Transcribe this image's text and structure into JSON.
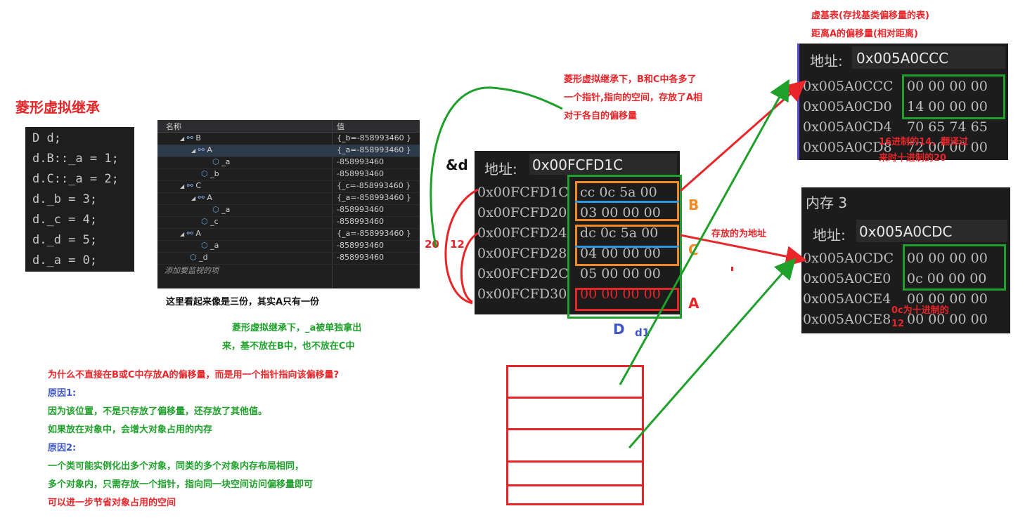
{
  "title": "菱形虚拟继承",
  "code_lines": [
    "D d;",
    "d.B::_a = 1;",
    "d.C::_a = 2;",
    "d._b = 3;",
    "d._c = 4;",
    "d._d = 5;",
    "d._a = 0;"
  ],
  "watch": {
    "col_name": "名称",
    "col_value": "值",
    "rows": [
      {
        "name": "B",
        "value": "{_b=-858993460 }"
      },
      {
        "name": "A",
        "value": "{_a=-858993460 }"
      },
      {
        "name": "_a",
        "value": "-858993460"
      },
      {
        "name": "_b",
        "value": "-858993460"
      },
      {
        "name": "C",
        "value": "{_c=-858993460 }"
      },
      {
        "name": "A",
        "value": "{_a=-858993460 }"
      },
      {
        "name": "_a",
        "value": "-858993460"
      },
      {
        "name": "_c",
        "value": "-858993460"
      },
      {
        "name": "A",
        "value": "{_a=-858993460 }"
      },
      {
        "name": "_a",
        "value": "-858993460"
      },
      {
        "name": "_d",
        "value": "-858993460"
      }
    ],
    "add_item": "添加要监视的项"
  },
  "caption_watch": "这里看起来像是三份，其实A只有一份",
  "note_green": [
    "菱形虚拟继承下，_a被单独拿出",
    "来，基不放在B中，也不放在C中"
  ],
  "question": "为什么不直接在B或C中存放A的偏移量，而是用一个指针指向该偏移量?",
  "reason1_title": "原因1:",
  "reason1_lines": [
    "因为该位置，不是只存放了偏移量，还存放了其他值。",
    "如果放在对象中，会增大对象占用的内存"
  ],
  "reason2_title": "原因2:",
  "reason2_lines": [
    "一个类可能实例化出多个对象，同类的多个对象内存布局相同，",
    "多个对象内，只需存放一个指针，指向同一块空间访问偏移量即可"
  ],
  "reason2_last": "可以进一步节省对象占用的空间",
  "mem_main": {
    "ref": "&d",
    "addr_label": "地址:",
    "addr_value": "0x00FCFD1C",
    "rows": [
      {
        "addr": "0x00FCFD1C",
        "bytes": "cc 0c 5a 00"
      },
      {
        "addr": "0x00FCFD20",
        "bytes": "03 00 00 00"
      },
      {
        "addr": "0x00FCFD24",
        "bytes": "dc 0c 5a 00"
      },
      {
        "addr": "0x00FCFD28",
        "bytes": "04 00 00 00"
      },
      {
        "addr": "0x00FCFD2C",
        "bytes": "05 00 00 00"
      },
      {
        "addr": "0x00FCFD30",
        "bytes": "00 00 00 00"
      }
    ]
  },
  "label_B": "B",
  "label_C": "C",
  "label_A": "A",
  "label_D": "D",
  "label_d1": "d1",
  "label_20": "20",
  "label_12": "12",
  "note_ptr": [
    "菱形虚拟继承下，B和C中各多了",
    "一个指针,指向的空间，存放了A相",
    "对于各自的偏移量"
  ],
  "note_addr": "存放的为地址",
  "vbtable_title": [
    "虚基表(存找基类偏移量的表)",
    "距离A的偏移量(相对距离)"
  ],
  "mem_top": {
    "addr_label": "地址:",
    "addr_value": "0x005A0CCC",
    "rows": [
      {
        "addr": "0x005A0CCC",
        "bytes": "00 00 00 00"
      },
      {
        "addr": "0x005A0CD0",
        "bytes": "14 00 00 00"
      },
      {
        "addr": "0x005A0CD4",
        "bytes": "70 65 74 65"
      },
      {
        "addr": "0x005A0CD8",
        "bytes": "72 00 00 00"
      }
    ],
    "note": [
      "16进制的14，翻译过",
      "来时十进制的20"
    ]
  },
  "mem_bottom": {
    "title": "内存 3",
    "addr_label": "地址:",
    "addr_value": "0x005A0CDC",
    "rows": [
      {
        "addr": "0x005A0CDC",
        "bytes": "00 00 00 00"
      },
      {
        "addr": "0x005A0CE0",
        "bytes": "0c 00 00 00"
      },
      {
        "addr": "0x005A0CE4",
        "bytes": "00 00 00 00"
      },
      {
        "addr": "0x005A0CE8",
        "bytes": "00 00 00 00"
      }
    ],
    "note": [
      "0c为十进制的",
      "12"
    ]
  },
  "colors": {
    "red": "#e8262a",
    "green": "#1fa02a",
    "orange": "#f08a24",
    "blue": "#2e9be0",
    "purple": "#3e56c8"
  }
}
